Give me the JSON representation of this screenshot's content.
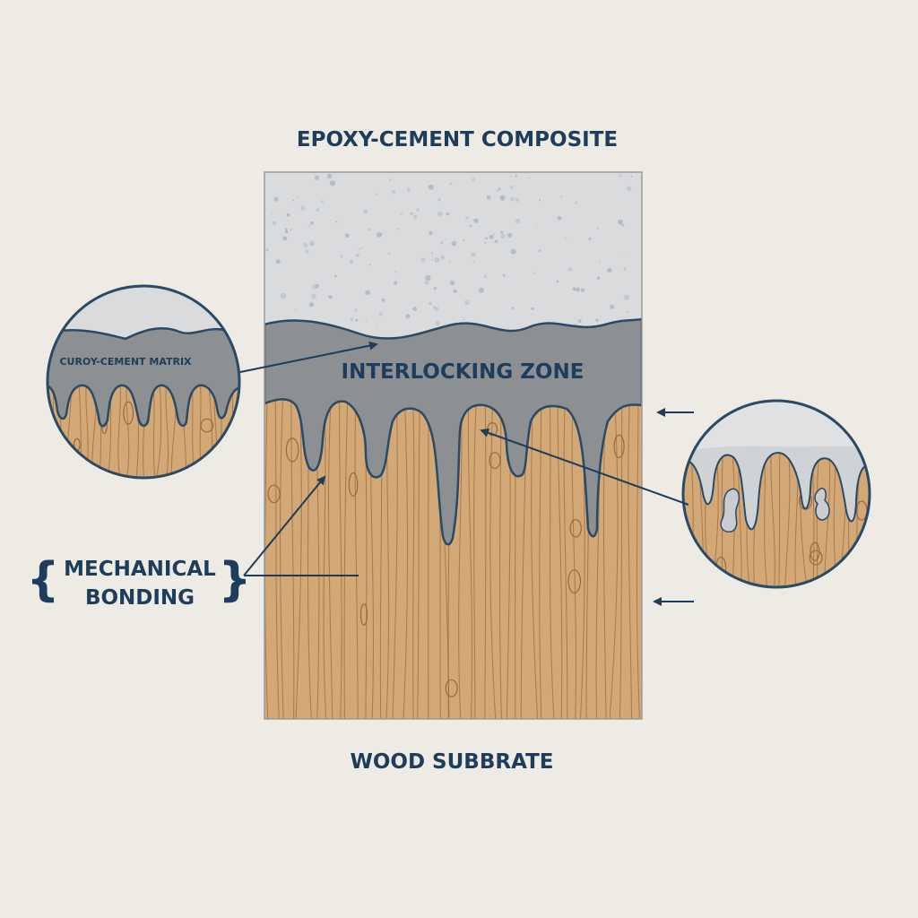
{
  "labels": {
    "title": "EPOXY-CEMENT COMPOSITE",
    "interlocking_zone": "INTERLOCKING ZONE",
    "inset_matrix": "CUROY-CEMENT MATRIX",
    "mechanical_line1": "MECHANICAL",
    "mechanical_line2": "BONDING",
    "brace_left": "{",
    "brace_right": "}",
    "wood": "WOOD SUBBRATE"
  },
  "colors": {
    "background": "#eeebe4",
    "cement": "#d9dbdd",
    "epoxy": "#8d9093",
    "wood": "#d2a877",
    "wood_grain": "#9a6a3f",
    "outline": "#2a4a66",
    "text": "#1c3d5c"
  }
}
